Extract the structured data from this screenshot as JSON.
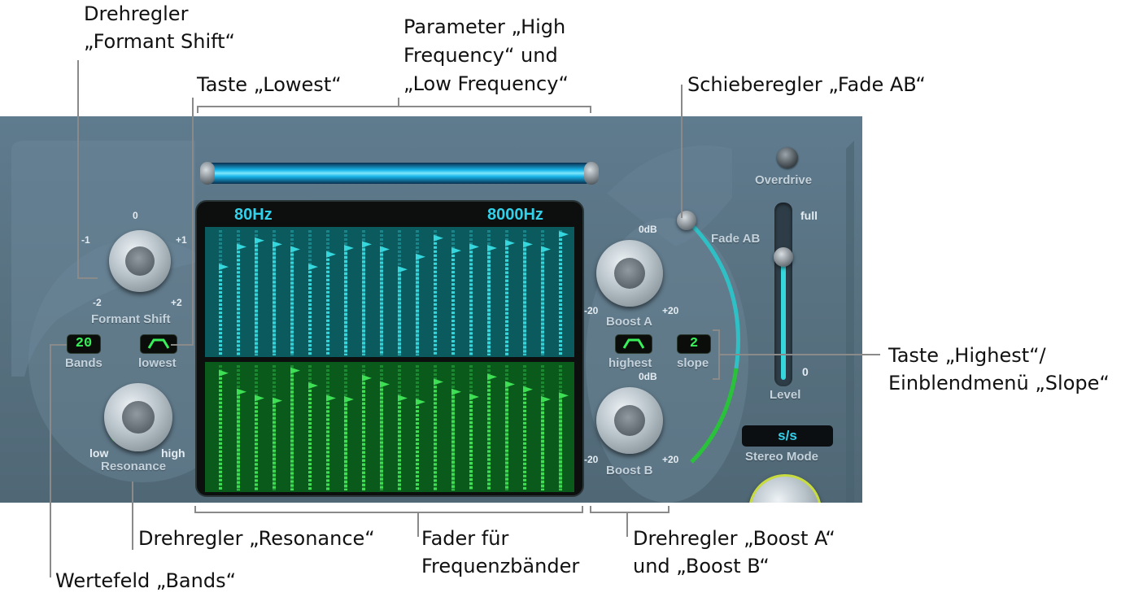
{
  "callouts": {
    "formant_shift": [
      "Drehregler",
      "„Formant Shift“"
    ],
    "lowest": "Taste „Lowest“",
    "frequency": [
      "Parameter „High",
      "Frequency“ und",
      "„Low Frequency“"
    ],
    "fade_ab": "Schieberegler „Fade AB“",
    "highest_slope": [
      "Taste „Highest“/",
      "Einblendmenü „Slope“"
    ],
    "resonance": "Drehregler „Resonance“",
    "faders": [
      "Fader für",
      "Frequenzbänder"
    ],
    "boost": [
      "Drehregler „Boost A“",
      "und „Boost B“"
    ],
    "bands": "Wertefeld „Bands“"
  },
  "plugin": {
    "formant_shift": {
      "label": "Formant Shift",
      "ticks": {
        "top": "0",
        "minus1": "-1",
        "plus1": "+1",
        "minus2": "-2",
        "plus2": "+2"
      }
    },
    "bands": {
      "value": "20",
      "label": "Bands"
    },
    "lowest_label": "lowest",
    "resonance": {
      "label": "Resonance",
      "low": "low",
      "high": "high"
    },
    "low_frequency": "80Hz",
    "high_frequency": "8000Hz",
    "boost_a": {
      "label": "Boost A",
      "top": "0dB",
      "min": "-20",
      "max": "+20"
    },
    "boost_b": {
      "label": "Boost B",
      "top": "0dB",
      "min": "-20",
      "max": "+20"
    },
    "highest_label": "highest",
    "slope": {
      "value": "2",
      "label": "slope"
    },
    "fade_ab_label": "Fade AB",
    "overdrive_label": "Overdrive",
    "level": {
      "label": "Level",
      "full": "full",
      "zero": "0",
      "fill_fraction": 0.72
    },
    "stereo_mode": {
      "value": "s/s",
      "label": "Stereo Mode"
    }
  },
  "bands_count": 20,
  "band_levels_a": [
    0.72,
    0.88,
    0.93,
    0.9,
    0.86,
    0.72,
    0.82,
    0.87,
    0.9,
    0.86,
    0.7,
    0.8,
    0.95,
    0.85,
    0.88,
    0.87,
    0.91,
    0.9,
    0.86,
    0.98
  ],
  "band_levels_b": [
    0.95,
    0.8,
    0.75,
    0.73,
    0.97,
    0.85,
    0.75,
    0.74,
    0.91,
    0.86,
    0.75,
    0.72,
    0.88,
    0.8,
    0.76,
    0.92,
    0.86,
    0.82,
    0.74,
    0.77
  ],
  "colors": {
    "panel": "#5a7486",
    "fader_a_bg": "#0a5a5e",
    "fader_a": "#35d6dc",
    "fader_b_bg": "#0a5a1c",
    "fader_b": "#3fdf55",
    "display_text": "#33d0ea",
    "value_text": "#39f05a"
  }
}
